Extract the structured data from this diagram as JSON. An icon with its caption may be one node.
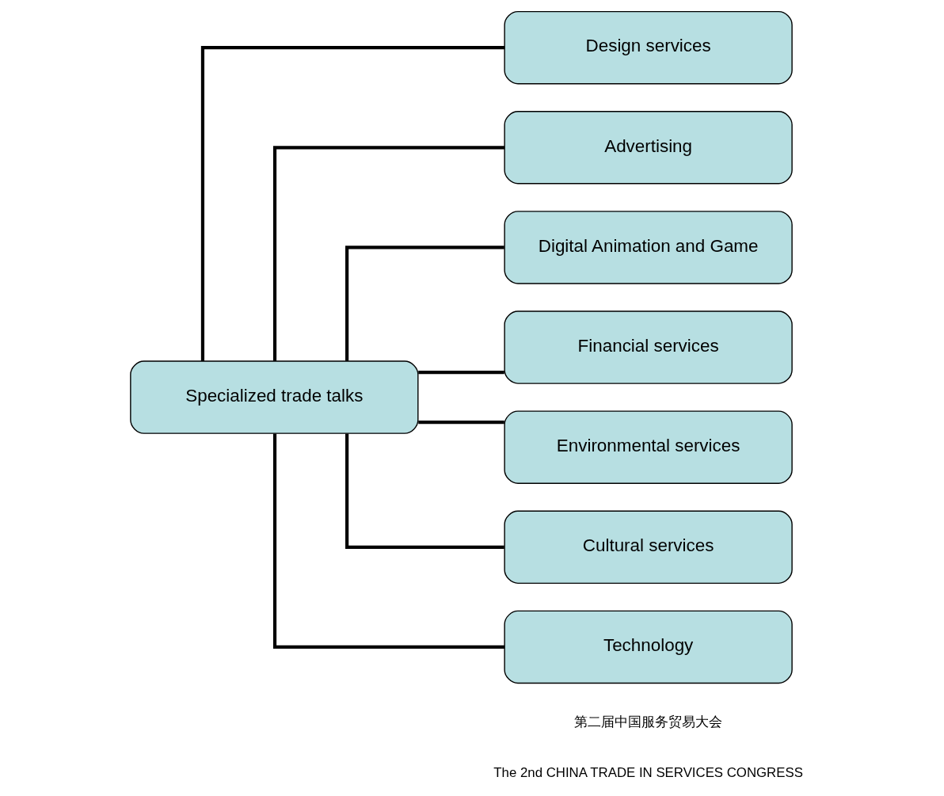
{
  "diagram": {
    "nodes": [
      {
        "text": [
          "Specialized trade talks"
        ]
      },
      {
        "text": [
          "Design services"
        ]
      },
      {
        "text": [
          "Advertising"
        ]
      },
      {
        "text": [
          "Digital Animation and Game"
        ]
      },
      {
        "text": [
          "Financial services"
        ]
      },
      {
        "text": [
          "Environmental services"
        ]
      },
      {
        "text": [
          "Cultural services"
        ]
      },
      {
        "text": [
          "Technology"
        ]
      }
    ],
    "edges": [
      {
        "from": 0,
        "to": 1,
        "arrow": "none"
      },
      {
        "from": 0,
        "to": 2,
        "arrow": "none"
      },
      {
        "from": 0,
        "to": 3,
        "arrow": "none"
      },
      {
        "from": 0,
        "to": 4,
        "arrow": "none"
      },
      {
        "from": 0,
        "to": 5,
        "arrow": "none"
      },
      {
        "from": 0,
        "to": 6,
        "arrow": "none"
      },
      {
        "from": 0,
        "to": 7,
        "arrow": "none"
      }
    ],
    "labels": [
      "第二届中国服务贸易大会",
      "The 2nd CHINA TRADE IN SERVICES CONGRESS"
    ]
  }
}
